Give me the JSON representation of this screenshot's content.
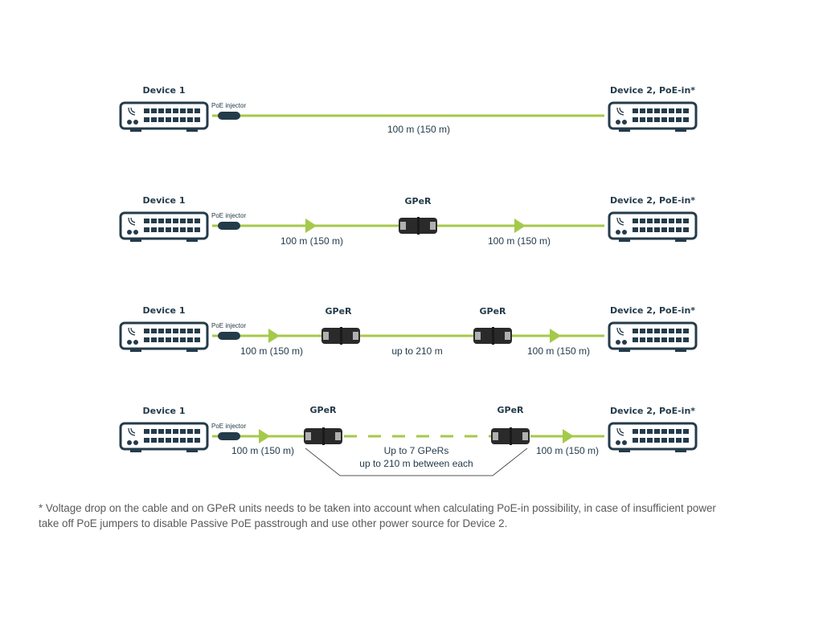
{
  "colors": {
    "cable": "#a5c94a",
    "device": "#243b4a",
    "gper_body": "#2a2a2a",
    "gper_cap": "#b0b0b0",
    "injector": "#243b4a",
    "bracket": "#555555",
    "text": "#243b4a",
    "footnote": "#5a5a5a"
  },
  "icons": {
    "device": "network-switch-icon",
    "injector": "poe-injector-icon",
    "gper": "gper-repeater-icon",
    "arrow": "direction-arrow-icon"
  },
  "rows": [
    {
      "device1_label": "Device 1",
      "injector_label": "PoE injector",
      "device2_label": "Device 2, PoE-in*",
      "gper_labels": [],
      "distances": [
        "100 m (150 m)"
      ]
    },
    {
      "device1_label": "Device 1",
      "injector_label": "PoE injector",
      "device2_label": "Device 2, PoE-in*",
      "gper_labels": [
        "GPeR"
      ],
      "distances": [
        "100 m (150 m)",
        "100 m (150 m)"
      ]
    },
    {
      "device1_label": "Device 1",
      "injector_label": "PoE injector",
      "device2_label": "Device 2, PoE-in*",
      "gper_labels": [
        "GPeR",
        "GPeR"
      ],
      "distances": [
        "100 m (150 m)",
        "up to 210 m",
        "100 m (150 m)"
      ]
    },
    {
      "device1_label": "Device 1",
      "injector_label": "PoE injector",
      "device2_label": "Device 2, PoE-in*",
      "gper_labels": [
        "GPeR",
        "GPeR"
      ],
      "distances": [
        "100 m (150 m)",
        "100 m (150 m)"
      ],
      "chain_note_line1": "Up to 7 GPeRs",
      "chain_note_line2": "up to 210 m between each"
    }
  ],
  "footnote": {
    "line1": "* Voltage drop on the cable and on GPeR units needs to be taken into account when calculating PoE-in possibility, in case of insufficient power",
    "line2": "take off PoE jumpers to disable Passive PoE passtrough and use other power source for Device 2."
  }
}
